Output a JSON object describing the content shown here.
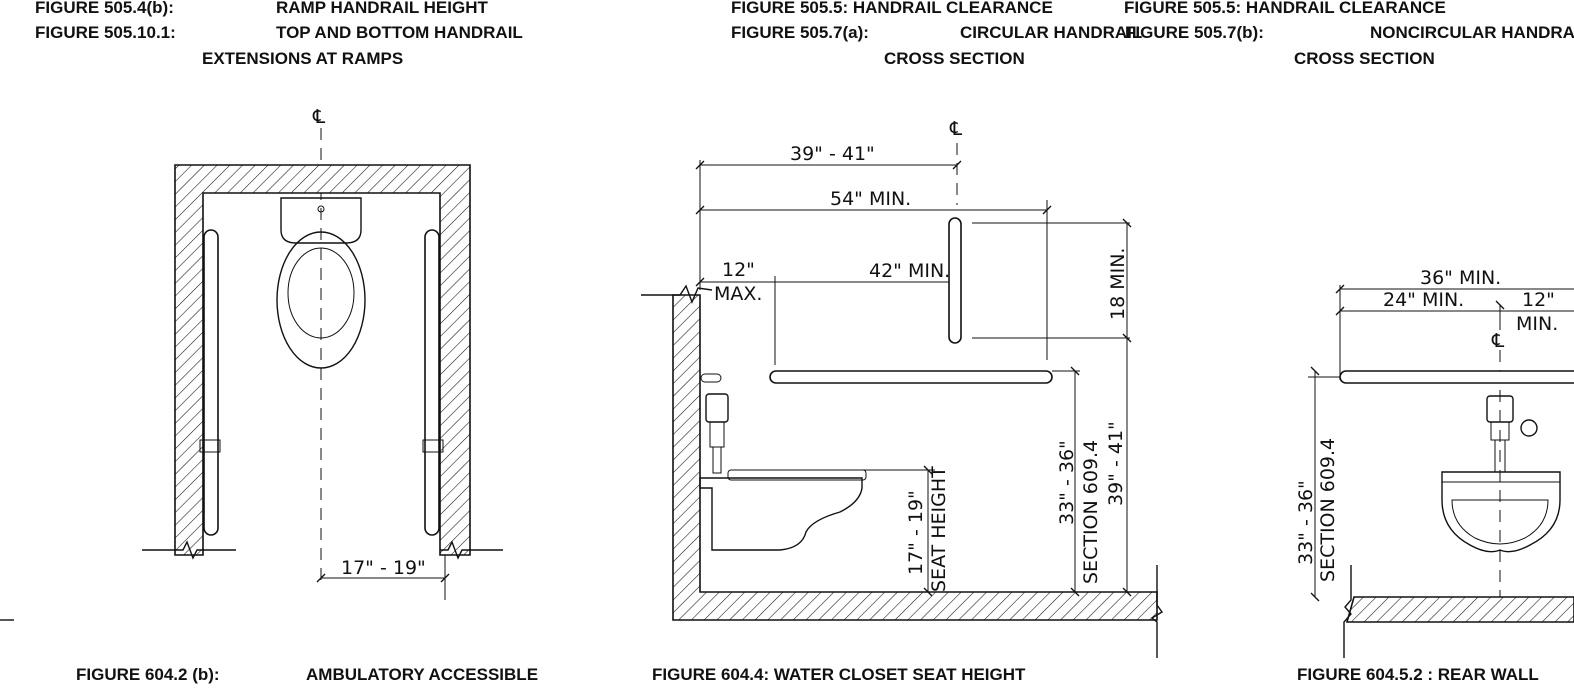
{
  "captions": {
    "c_505_4b_num": "FIGURE 505.4(b):",
    "c_505_4b_title": "RAMP HANDRAIL HEIGHT",
    "c_505_10_num": "FIGURE 505.10.1:",
    "c_505_10_title_1": "TOP AND BOTTOM HANDRAIL",
    "c_505_10_title_2": "EXTENSIONS AT RAMPS",
    "c_505_5a": "FIGURE 505.5:   HANDRAIL CLEARANCE",
    "c_505_5b": "FIGURE 505.5:   HANDRAIL CLEARANCE",
    "c_505_7a_num": "FIGURE 505.7(a):",
    "c_505_7a_title_1": "CIRCULAR HANDRAIL",
    "c_505_7a_title_2": "CROSS SECTION",
    "c_505_7b_num": "FIGURE 505.7(b):",
    "c_505_7b_title_1": "NONCIRCULAR HANDRAIL",
    "c_505_7b_title_2": "CROSS SECTION",
    "c_604_2b_num": "FIGURE 604.2 (b):",
    "c_604_2b_title": "AMBULATORY ACCESSIBLE",
    "c_604_4": "FIGURE 604.4:    WATER CLOSET SEAT HEIGHT",
    "c_604_5_2": "FIGURE 604.5.2 :   REAR WALL"
  },
  "symbols": {
    "centerline": "℄"
  },
  "fig1": {
    "dim_width": "17\" - 19\""
  },
  "fig2": {
    "dim_39_41": "39\" - 41\"",
    "dim_54_min": "54\" MIN.",
    "dim_12": "12\"",
    "dim_max": "MAX.",
    "dim_42_min": "42\" MIN.",
    "dim_18_min": "18 MIN.",
    "dim_seat_1": "17\" - 19\"",
    "dim_seat_2": "SEAT HEIGHT",
    "dim_33_36": "33\" - 36\"",
    "dim_section": "SECTION 609.4",
    "dim_39_41_v": "39\" - 41\""
  },
  "fig3": {
    "dim_36_min": "36\" MIN.",
    "dim_24_min": "24\" MIN.",
    "dim_12": "12\"",
    "dim_min": "MIN.",
    "dim_33_36": "33\" - 36\"",
    "dim_section": "SECTION 609.4"
  }
}
